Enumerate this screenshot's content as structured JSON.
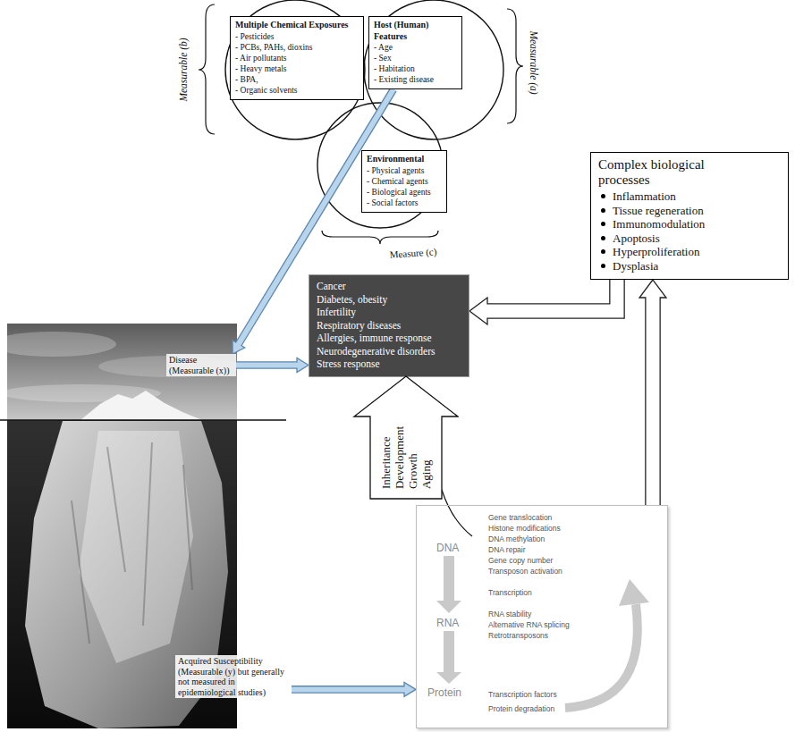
{
  "diagram": {
    "nodes": [
      {
        "text": [
          "Multiple Chemical Exposures",
          "- Pesticides",
          "- PCBs, PAHs, dioxins",
          "- Air pollutants",
          "- Heavy metals",
          "- BPA,",
          "- Organic solvents"
        ]
      },
      {
        "text": [
          "Host (Human) Features",
          "- Age",
          "- Sex",
          "- Habitation",
          "- Existing disease"
        ]
      },
      {
        "text": [
          "Environmental",
          "- Physical agents",
          "- Chemical agents",
          "- Biological agents",
          "- Social factors"
        ]
      },
      {
        "text": [
          "Complex biological processes",
          "Inflammation",
          "Tissue regeneration",
          "Immunomodulation",
          "Apoptosis",
          "Hyperproliferation",
          "Dysplasia"
        ]
      },
      {
        "text": [
          "Cancer",
          "Diabetes, obesity",
          "Infertility",
          "Respiratory diseases",
          "Allergies, immune response",
          "Neurodegenerative disorders",
          "Stress response"
        ]
      },
      {
        "text": [
          "Disease (Measurable (x))"
        ]
      },
      {
        "text": [
          "Acquired Susceptibility (Measurable (y) but generally not measured in epidemiological studies)"
        ]
      },
      {
        "text": [
          "DNA",
          "RNA",
          "Protein",
          "Gene translocation",
          "Histone modifications",
          "DNA methylation",
          "DNA repair",
          "Gene copy number",
          "Transposon activation",
          "Transcription",
          "RNA stability",
          "Alternative RNA splicing",
          "Retrotransposons",
          "Transcription factors",
          "Protein degradation"
        ]
      },
      {
        "text": [
          "Inheritance Development Growth Aging"
        ]
      }
    ],
    "edges": [
      {
        "from": 1,
        "to": 5,
        "arrow": "to"
      },
      {
        "from": 5,
        "to": 4,
        "arrow": "to"
      },
      {
        "from": 6,
        "to": 7,
        "arrow": "to"
      },
      {
        "from": 7,
        "to": 3,
        "arrow": "to"
      },
      {
        "from": 3,
        "to": 4,
        "arrow": "to"
      }
    ],
    "labels": [
      "Measurable (b)",
      "Measurable (a)",
      "Measure (c)"
    ]
  }
}
